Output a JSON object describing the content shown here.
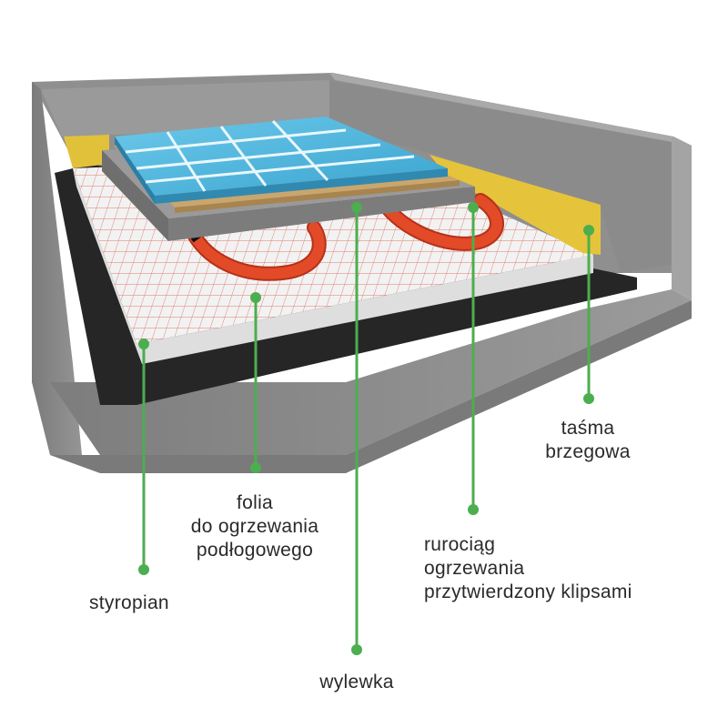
{
  "labels": {
    "tasma": {
      "line1": "taśma",
      "line2": "brzegowa"
    },
    "folia": {
      "line1": "folia",
      "line2": "do ogrzewania",
      "line3": "podłogowego"
    },
    "rurociag": {
      "line1": "rurociąg",
      "line2": "ogrzewania",
      "line3": "przytwierdzony klipsami"
    },
    "styropian": {
      "line1": "styropian"
    },
    "wylewka": {
      "line1": "wylewka"
    }
  },
  "colors": {
    "leader": "#4cae4f",
    "concrete": "#8a8a8a",
    "membrane": "#262626",
    "styrofoam": "#f1f1f1",
    "grid": "#d84c3c",
    "screed": "#8d8d8d",
    "tape": "#e4c33a",
    "pipe": "#e04526",
    "tile": "#4fb3d8"
  }
}
